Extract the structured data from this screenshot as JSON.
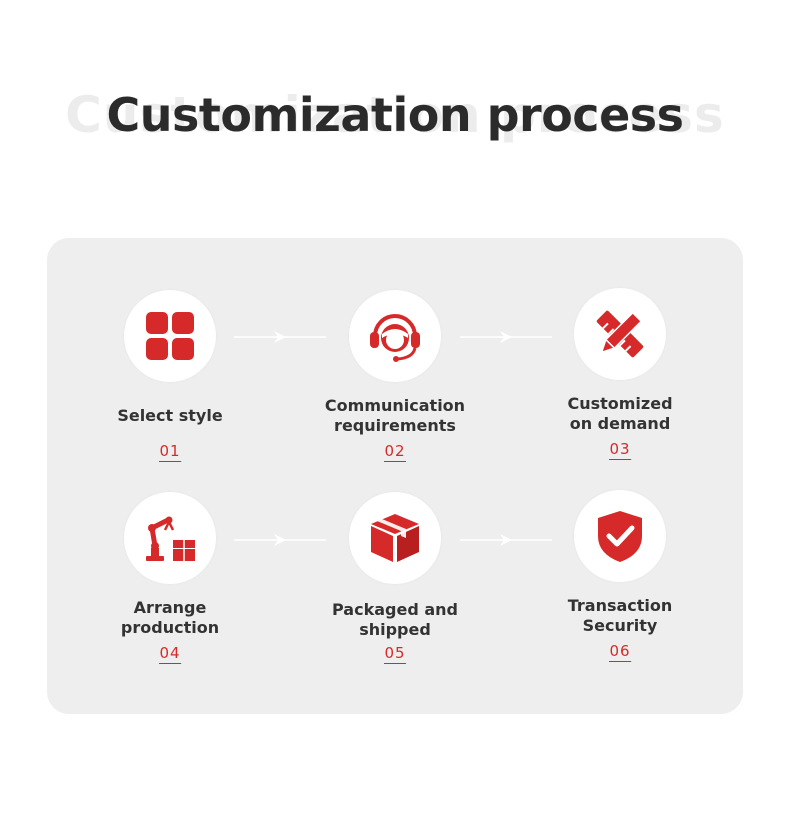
{
  "title": "Customization process",
  "accent_color": "#d62a2a",
  "steps": [
    {
      "label": "Select style",
      "number": "01",
      "icon": "grid-icon"
    },
    {
      "label": "Communication\nrequirements",
      "number": "02",
      "icon": "headset-icon"
    },
    {
      "label": "Customized\non demand",
      "number": "03",
      "icon": "pencil-ruler-icon"
    },
    {
      "label": "Arrange\nproduction",
      "number": "04",
      "icon": "robot-arm-icon"
    },
    {
      "label": "Packaged and\nshipped",
      "number": "05",
      "icon": "package-icon"
    },
    {
      "label": "Transaction\nSecurity",
      "number": "06",
      "icon": "shield-check-icon"
    }
  ]
}
